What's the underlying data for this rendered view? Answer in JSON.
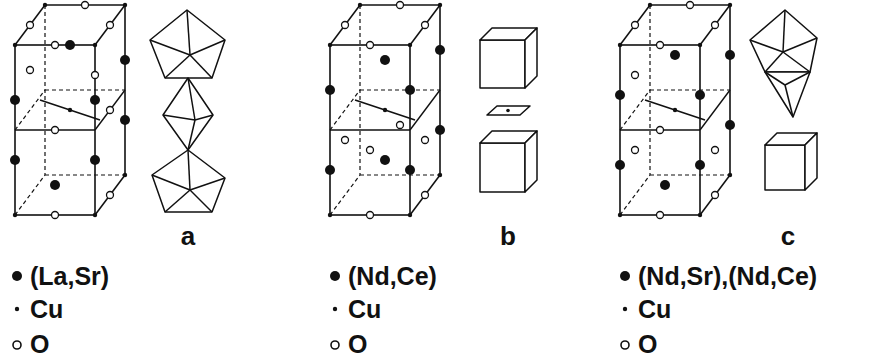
{
  "diagram": {
    "labels": [
      "a",
      "b",
      "c"
    ],
    "legend": [
      {
        "text": "(La,Sr)"
      },
      {
        "text": "Cu"
      },
      {
        "text": "O"
      },
      {
        "text": "(Nd,Ce)"
      },
      {
        "text": "Cu"
      },
      {
        "text": "O"
      },
      {
        "text": "(Nd,Sr),(Nd,Ce)"
      },
      {
        "text": "Cu"
      },
      {
        "text": "O"
      }
    ]
  }
}
